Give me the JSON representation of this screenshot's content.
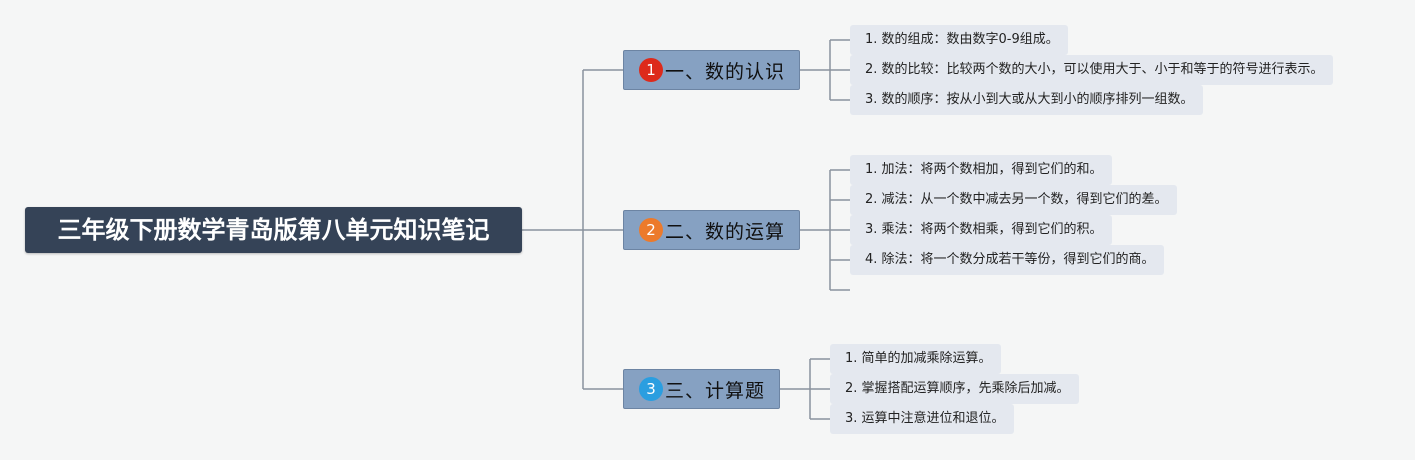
{
  "root": {
    "title": "三年级下册数学青岛版第八单元知识笔记"
  },
  "branches": [
    {
      "badge": "1",
      "badge_color": "#dd2a1b",
      "label": "一、数的认识",
      "leaves": [
        "1. 数的组成：数由数字0-9组成。",
        "2. 数的比较：比较两个数的大小，可以使用大于、小于和等于的符号进行表示。",
        "3. 数的顺序：按从小到大或从大到小的顺序排列一组数。"
      ]
    },
    {
      "badge": "2",
      "badge_color": "#ec7a2b",
      "label": "二、数的运算",
      "leaves": [
        "1. 加法：将两个数相加，得到它们的和。",
        "2. 减法：从一个数中减去另一个数，得到它们的差。",
        "3. 乘法：将两个数相乘，得到它们的积。",
        "4. 除法：将一个数分成若干等份，得到它们的商。"
      ]
    },
    {
      "badge": "3",
      "badge_color": "#2a9ee0",
      "label": "三、计算题",
      "leaves": [
        "1. 简单的加减乘除运算。",
        "2. 掌握搭配运算顺序，先乘除后加减。",
        "3. 运算中注意进位和退位。"
      ]
    }
  ]
}
